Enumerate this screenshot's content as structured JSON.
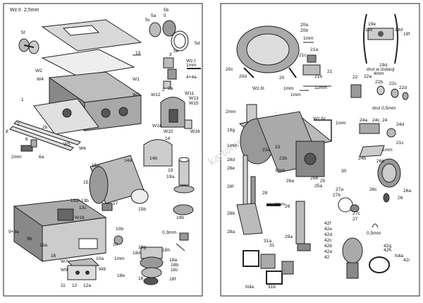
{
  "left_page": {
    "wz_label": "Wz.II",
    "wz_thickness": "2,5mm",
    "labels": [
      "5f",
      "5c",
      "5a",
      "5b",
      "5",
      "5d",
      "5e",
      "13",
      "3",
      "1",
      "W1",
      "W2",
      "W4",
      "W3",
      "W5",
      "W6",
      "W12",
      "W11",
      "W13",
      "W15",
      "W14",
      "W10",
      "W16",
      "2",
      "2a",
      "4+4a",
      "Wz.I",
      "1mm",
      "8",
      "7",
      "2b",
      "6",
      "6a",
      "2mm",
      "14",
      "14a",
      "14b",
      "15a",
      "15",
      "15b",
      "17",
      "19",
      "19a",
      "19b",
      "0,3mm",
      "13a+13b",
      "13c",
      "W18",
      "9+9a",
      "9b",
      "16a",
      "16",
      "10",
      "10a",
      "10b",
      "W7",
      "W9",
      "W8",
      "11",
      "12",
      "12a",
      "18g",
      "18d",
      "18h",
      "18a",
      "18b",
      "18c",
      "18e",
      "18",
      "18f",
      "1mm"
    ]
  },
  "right_page": {
    "labels": [
      "20a",
      "20b",
      "1mm",
      "20c",
      "20d",
      "20",
      "21a",
      "21c",
      "21b",
      "21",
      "11mm",
      "19e",
      "19c",
      "19d",
      "19f",
      "19d",
      "drut w izolacji",
      "4mm",
      "22",
      "22a",
      "22b",
      "22c",
      "22d",
      "drut 0,5mm",
      "Wz.III",
      "1mm",
      "1mm",
      "Wz.IV",
      "1mm",
      "2mm",
      "19g",
      "1mm",
      "23a",
      "23",
      "23b",
      "1mm",
      "26a",
      "25b",
      "25a",
      "25",
      "30",
      "28d",
      "28e",
      "28f",
      "28",
      "2mm",
      "28b",
      "28a",
      "24a",
      "24c",
      "24",
      "24d",
      "21c",
      "1mm",
      "24b",
      "26b",
      "26c",
      "26a",
      "26",
      "27a",
      "27b",
      "27c",
      "27",
      "29",
      "29a",
      "31a",
      "31",
      "31b",
      "folia",
      "42f",
      "42e",
      "42d",
      "42c",
      "42b",
      "42a",
      "42",
      "42g",
      "42h",
      "folia",
      "42i",
      "0,5mm"
    ],
    "watermark": "kartonwis.com.pl"
  }
}
